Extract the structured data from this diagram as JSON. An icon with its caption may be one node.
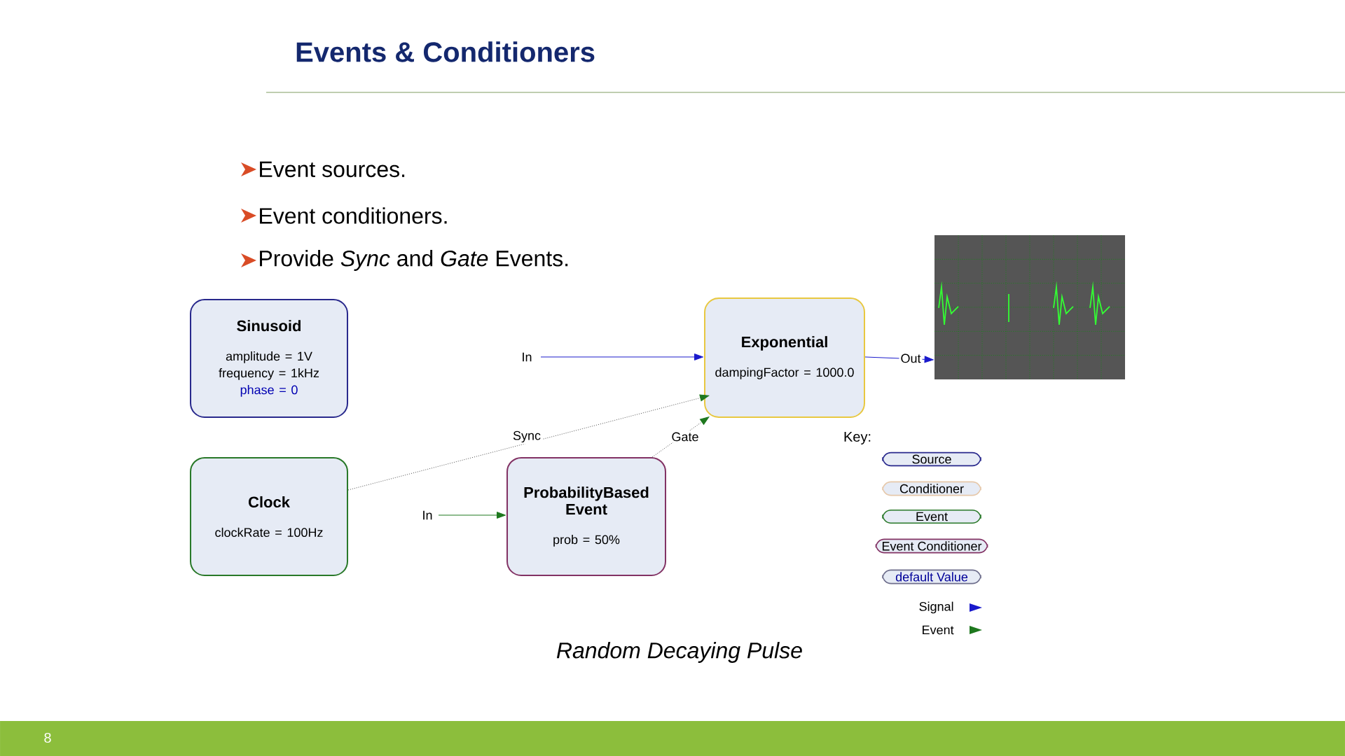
{
  "diagram": {
    "title": "Events & Conditioners",
    "caption": "Random Decaying Pulse",
    "nodes": [
      {
        "text": [
          "Sinusoid",
          "amplitude = 1V",
          "frequency = 1kHz",
          "phase = 0"
        ]
      },
      {
        "text": [
          "Exponential",
          "dampingFactor = 1000.0"
        ]
      },
      {
        "text": [
          "Clock",
          "clockRate = 100Hz"
        ]
      },
      {
        "text": [
          "ProbabilityBased Event",
          "prob = 50%"
        ]
      },
      {
        "text": [],
        "shape": "picture"
      }
    ],
    "edges": [
      {
        "from": null,
        "to": 1,
        "arrow": "to",
        "label": "In",
        "color": "#1a1acc"
      },
      {
        "from": 2,
        "to": 1,
        "arrow": "to",
        "label": "Sync",
        "style": "dashed",
        "color": "#4c4c4c"
      },
      {
        "from": 3,
        "to": 1,
        "arrow": "to",
        "label": "Gate",
        "style": "dashed",
        "color": "#4c4c4c"
      },
      {
        "from": null,
        "to": 3,
        "arrow": "to",
        "label": "In",
        "color": "#1e781e"
      },
      {
        "from": 1,
        "to": 4,
        "arrow": "to",
        "label": "Out",
        "color": "#1a1acc"
      }
    ],
    "labels": [
      "Event sources.",
      "Event conditioners.",
      "Provide *Sync* and *Gate* Events.",
      "Key:",
      "8"
    ],
    "legend": [
      {
        "text": "Source"
      },
      {
        "text": "Conditioner"
      },
      {
        "text": "Event"
      },
      {
        "text": "Event Conditioner"
      },
      {
        "text": "default Value"
      },
      {
        "text": "Signal"
      },
      {
        "text": "Event"
      }
    ]
  }
}
